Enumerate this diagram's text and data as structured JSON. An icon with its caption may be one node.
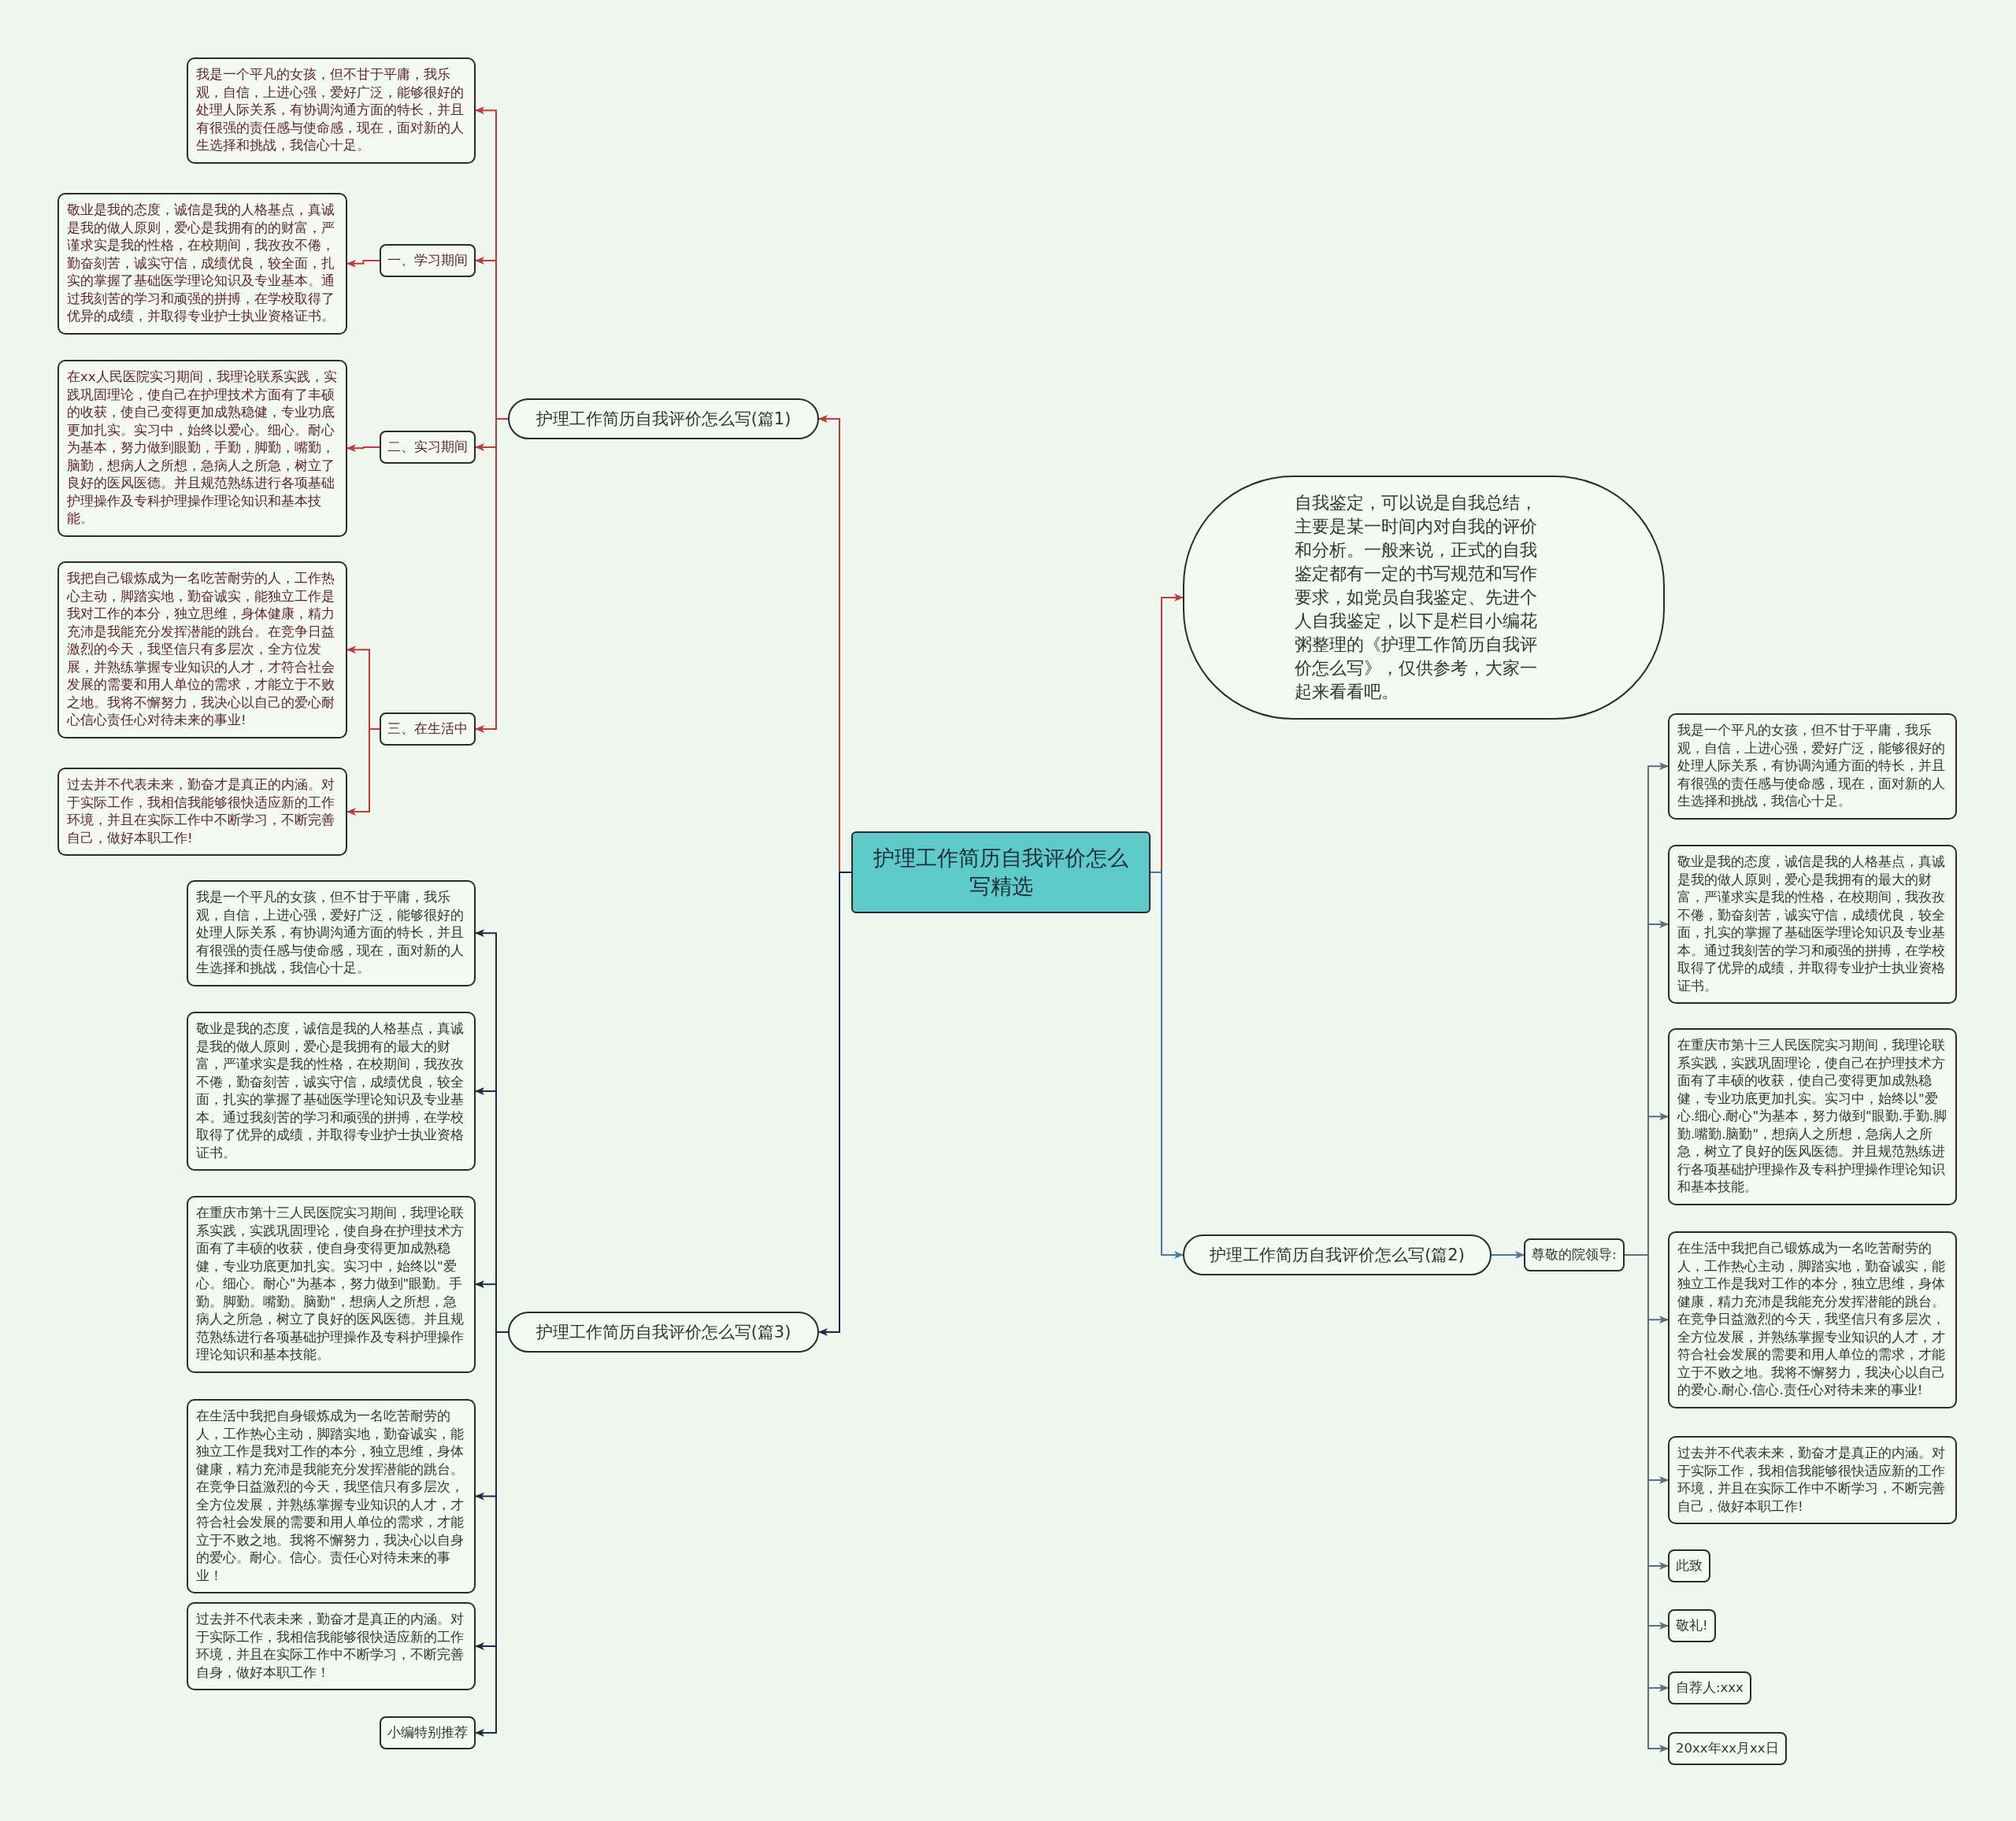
{
  "diagram": {
    "nodes": [
      {
        "text": [
          "护理工作简历自我评价怎么写精选"
        ]
      },
      {
        "text": [
          "护理工作简历自我评价怎么写(篇1)"
        ]
      },
      {
        "text": [
          "我是一个平凡的女孩，但不甘于平庸，我乐观，自信，上进心强，爱好广泛，能够很好的处理人际关系，有协调沟通方面的特长，并且有很强的责任感与使命感，现在，面对新的人生选择和挑战，我信心十足。"
        ]
      },
      {
        "text": [
          "一、学习期间"
        ]
      },
      {
        "text": [
          "敬业是我的态度，诚信是我的人格基点，真诚是我的做人原则，爱心是我拥有的的财富，严谨求实是我的性格，在校期间，我孜孜不倦，勤奋刻苦，诚实守信，成绩优良，较全面，扎实的掌握了基础医学理论知识及专业基本。通过我刻苦的学习和顽强的拼搏，在学校取得了优异的成绩，并取得专业护士执业资格证书。"
        ]
      },
      {
        "text": [
          "二、实习期间"
        ]
      },
      {
        "text": [
          "在xx人民医院实习期间，我理论联系实践，实践巩固理论，使自己在护理技术方面有了丰硕的收获，使自己变得更加成熟稳健，专业功底更加扎实。实习中，始终以爱心。细心。耐心为基本，努力做到眼勤，手勤，脚勤，嘴勤，脑勤，想病人之所想，急病人之所急，树立了良好的医风医德。并且规范熟练进行各项基础护理操作及专科护理操作理论知识和基本技能。"
        ]
      },
      {
        "text": [
          "三、在生活中"
        ]
      },
      {
        "text": [
          "我把自己锻炼成为一名吃苦耐劳的人，工作热心主动，脚踏实地，勤奋诚实，能独立工作是我对工作的本分，独立思维，身体健康，精力充沛是我能充分发挥潜能的跳台。在竞争日益激烈的今天，我坚信只有多层次，全方位发展，并熟练掌握专业知识的人才，才符合社会发展的需要和用人单位的需求，才能立于不败之地。我将不懈努力，我决心以自己的爱心耐心信心责任心对待未来的事业!"
        ]
      },
      {
        "text": [
          "过去并不代表未来，勤奋才是真正的内涵。对于实际工作，我相信我能够很快适应新的工作环境，并且在实际工作中不断学习，不断完善自己，做好本职工作!"
        ]
      },
      {
        "text": [
          "护理工作简历自我评价怎么写(篇3)"
        ]
      },
      {
        "text": [
          "我是一个平凡的女孩，但不甘于平庸，我乐观，自信，上进心强，爱好广泛，能够很好的处理人际关系，有协调沟通方面的特长，并且有很强的责任感与使命感，现在，面对新的人生选择和挑战，我信心十足。"
        ]
      },
      {
        "text": [
          "敬业是我的态度，诚信是我的人格基点，真诚是我的做人原则，爱心是我拥有的最大的财富，严谨求实是我的性格，在校期间，我孜孜不倦，勤奋刻苦，诚实守信，成绩优良，较全面，扎实的掌握了基础医学理论知识及专业基本。通过我刻苦的学习和顽强的拼搏，在学校取得了优异的成绩，并取得专业护士执业资格证书。"
        ]
      },
      {
        "text": [
          "在重庆市第十三人民医院实习期间，我理论联系实践，实践巩固理论，使自身在护理技术方面有了丰硕的收获，使自身变得更加成熟稳健，专业功底更加扎实。实习中，始终以\"爱心。细心。耐心\"为基本，努力做到\"眼勤。手勤。脚勤。嘴勤。脑勤\"，想病人之所想，急病人之所急，树立了良好的医风医德。并且规范熟练进行各项基础护理操作及专科护理操作理论知识和基本技能。"
        ]
      },
      {
        "text": [
          "在生活中我把自身锻炼成为一名吃苦耐劳的人，工作热心主动，脚踏实地，勤奋诚实，能独立工作是我对工作的本分，独立思维，身体健康，精力充沛是我能充分发挥潜能的跳台。在竞争日益激烈的今天，我坚信只有多层次，全方位发展，并熟练掌握专业知识的人才，才符合社会发展的需要和用人单位的需求，才能立于不败之地。我将不懈努力，我决心以自身的爱心。耐心。信心。责任心对待未来的事业！"
        ]
      },
      {
        "text": [
          "过去并不代表未来，勤奋才是真正的内涵。对于实际工作，我相信我能够很快适应新的工作环境，并且在实际工作中不断学习，不断完善自身，做好本职工作！"
        ]
      },
      {
        "text": [
          "小编特别推荐"
        ]
      },
      {
        "text": [
          "自我鉴定，可以说是自我总结，主要是某一时间内对自我的评价和分析。一般来说，正式的自我鉴定都有一定的书写规范和写作要求，如党员自我鉴定、先进个人自我鉴定，以下是栏目小编花粥整理的《护理工作简历自我评价怎么写》，仅供参考，大家一起来看看吧。"
        ]
      },
      {
        "text": [
          "护理工作简历自我评价怎么写(篇2)"
        ]
      },
      {
        "text": [
          "尊敬的院领导:"
        ]
      },
      {
        "text": [
          "我是一个平凡的女孩，但不甘于平庸，我乐观，自信，上进心强，爱好广泛，能够很好的处理人际关系，有协调沟通方面的特长，并且有很强的责任感与使命感，现在，面对新的人生选择和挑战，我信心十足。"
        ]
      },
      {
        "text": [
          "敬业是我的态度，诚信是我的人格基点，真诚是我的做人原则，爱心是我拥有的最大的财富，严谨求实是我的性格，在校期间，我孜孜不倦，勤奋刻苦，诚实守信，成绩优良，较全面，扎实的掌握了基础医学理论知识及专业基本。通过我刻苦的学习和顽强的拼搏，在学校取得了优异的成绩，并取得专业护士执业资格证书。"
        ]
      },
      {
        "text": [
          "在重庆市第十三人民医院实习期间，我理论联系实践，实践巩固理论，使自己在护理技术方面有了丰硕的收获，使自己变得更加成熟稳健，专业功底更加扎实。实习中，始终以\"爱心.细心.耐心\"为基本，努力做到\"眼勤.手勤.脚勤.嘴勤.脑勤\"，想病人之所想，急病人之所急，树立了良好的医风医德。并且规范熟练进行各项基础护理操作及专科护理操作理论知识和基本技能。"
        ]
      },
      {
        "text": [
          "在生活中我把自己锻炼成为一名吃苦耐劳的人，工作热心主动，脚踏实地，勤奋诚实，能独立工作是我对工作的本分，独立思维，身体健康，精力充沛是我能充分发挥潜能的跳台。在竞争日益激烈的今天，我坚信只有多层次，全方位发展，并熟练掌握专业知识的人才，才符合社会发展的需要和用人单位的需求，才能立于不败之地。我将不懈努力，我决心以自己的爱心.耐心.信心.责任心对待未来的事业!"
        ]
      },
      {
        "text": [
          "过去并不代表未来，勤奋才是真正的内涵。对于实际工作，我相信我能够很快适应新的工作环境，并且在实际工作中不断学习，不断完善自己，做好本职工作!"
        ]
      },
      {
        "text": [
          "此致"
        ]
      },
      {
        "text": [
          "敬礼!"
        ]
      },
      {
        "text": [
          "自荐人:xxx"
        ]
      },
      {
        "text": [
          "20xx年xx月xx日"
        ]
      }
    ],
    "edges": [
      {
        "from": 0,
        "to": 1,
        "arrow": "to"
      },
      {
        "from": 1,
        "to": 2,
        "arrow": "to"
      },
      {
        "from": 1,
        "to": 3,
        "arrow": "to"
      },
      {
        "from": 3,
        "to": 4,
        "arrow": "to"
      },
      {
        "from": 1,
        "to": 5,
        "arrow": "to"
      },
      {
        "from": 5,
        "to": 6,
        "arrow": "to"
      },
      {
        "from": 1,
        "to": 7,
        "arrow": "to"
      },
      {
        "from": 7,
        "to": 8,
        "arrow": "to"
      },
      {
        "from": 7,
        "to": 9,
        "arrow": "to"
      },
      {
        "from": 0,
        "to": 10,
        "arrow": "to",
        "color": "#1f2a48"
      },
      {
        "from": 10,
        "to": 11,
        "arrow": "to",
        "color": "#1f2a48"
      },
      {
        "from": 10,
        "to": 12,
        "arrow": "to",
        "color": "#1f2a48"
      },
      {
        "from": 10,
        "to": 13,
        "arrow": "to",
        "color": "#1f2a48"
      },
      {
        "from": 10,
        "to": 14,
        "arrow": "to",
        "color": "#1f2a48"
      },
      {
        "from": 10,
        "to": 15,
        "arrow": "to",
        "color": "#1f2a48"
      },
      {
        "from": 10,
        "to": 16,
        "arrow": "to",
        "color": "#1f2a48"
      },
      {
        "from": 0,
        "to": 17,
        "arrow": "to"
      },
      {
        "from": 0,
        "to": 18,
        "arrow": "to",
        "color": "#4a7aa3"
      },
      {
        "from": 18,
        "to": 19,
        "arrow": "to",
        "color": "#4a7aa3"
      },
      {
        "from": 19,
        "to": 20,
        "arrow": "to",
        "color": "#5d6e7e"
      },
      {
        "from": 19,
        "to": 21,
        "arrow": "to",
        "color": "#5d6e7e"
      },
      {
        "from": 19,
        "to": 22,
        "arrow": "to",
        "color": "#5d6e7e"
      },
      {
        "from": 19,
        "to": 23,
        "arrow": "to",
        "color": "#5d6e7e"
      },
      {
        "from": 19,
        "to": 24,
        "arrow": "to",
        "color": "#5d6e7e"
      },
      {
        "from": 19,
        "to": 25,
        "arrow": "to",
        "color": "#5d6e7e"
      },
      {
        "from": 19,
        "to": 26,
        "arrow": "to",
        "color": "#5d6e7e"
      },
      {
        "from": 19,
        "to": 27,
        "arrow": "to",
        "color": "#5d6e7e"
      },
      {
        "from": 19,
        "to": 28,
        "arrow": "to",
        "color": "#5d6e7e"
      }
    ]
  }
}
